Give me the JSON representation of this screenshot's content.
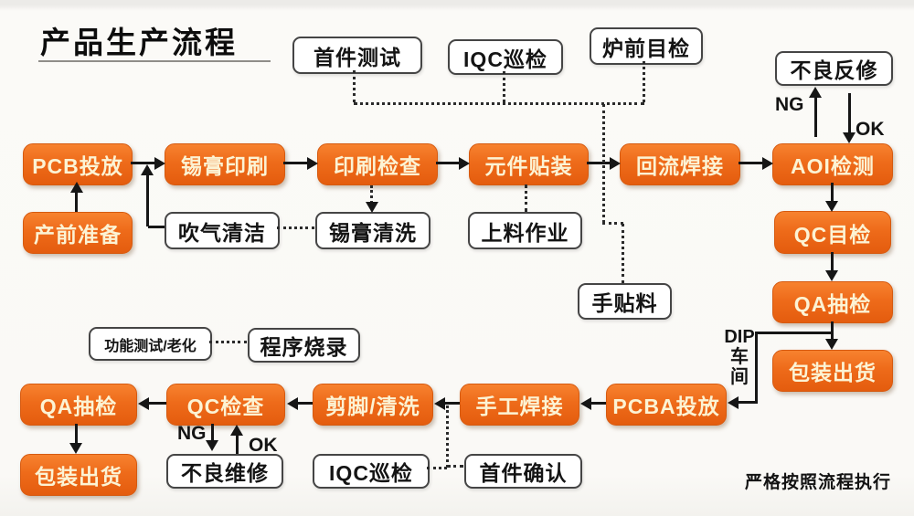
{
  "title": "产品生产流程",
  "footer_note": "严格按照流程执行",
  "colors": {
    "process_box_orange": "#EE6B1A",
    "process_box_text": "#FCF3D4",
    "note_box_border": "#454545",
    "line_black": "#161616"
  },
  "process_boxes": {
    "pcb_release": "PCB投放",
    "pre_production": "产前准备",
    "solder_paste_printing": "锡膏印刷",
    "printing_inspection": "印刷检查",
    "component_placement": "元件贴装",
    "reflow_soldering": "回流焊接",
    "aoi_inspection": "AOI检测",
    "qc_visual_inspection": "QC目检",
    "qa_sampling_right": "QA抽检",
    "packing_shipping_right": "包装出货",
    "qa_sampling_left": "QA抽检",
    "qc_check": "QC检查",
    "trim_wash": "剪脚/清洗",
    "manual_soldering": "手工焊接",
    "pcba_release": "PCBA投放",
    "packing_shipping_left": "包装出货"
  },
  "note_boxes": {
    "first_article_test": "首件测试",
    "iqc_patrol_top": "IQC巡检",
    "furnace_visual_check": "炉前目检",
    "defect_rework": "不良反修",
    "air_blow_cleaning": "吹气清洁",
    "solder_paste_cleaning": "锡膏清洗",
    "material_loading": "上料作业",
    "manual_placement": "手贴料",
    "function_test_aging": "功能测试/老化",
    "program_burning": "程序烧录",
    "defect_repair": "不良维修",
    "iqc_patrol_bottom": "IQC巡检",
    "first_article_confirm": "首件确认"
  },
  "flow_labels": {
    "ng_aoi": "NG",
    "ok_aoi": "OK",
    "ng_qc": "NG",
    "ok_qc": "OK",
    "dip_line1": "DIP",
    "dip_line2": "车",
    "dip_line3": "间"
  }
}
